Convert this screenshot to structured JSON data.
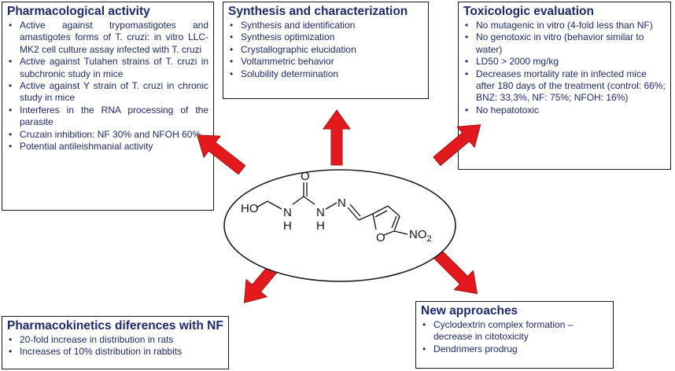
{
  "pharmacological": {
    "title": "Pharmacological activity",
    "items": [
      "Active against trypomastigotes and amastigotes forms of T. cruzi: in vitro LLC-MK2 cell culture assay infected with T. cruzi",
      "Active against Tulahen strains of T. cruzi in subchronic study in mice",
      "Active against Y strain of T. cruzi in chronic study in mice",
      "Interferes in the RNA processing of the parasite",
      "Cruzain inhibition: NF 30% and NFOH 60%",
      "Potential antileishmanial activity"
    ]
  },
  "synthesis": {
    "title": "Synthesis and characterization",
    "items": [
      "Synthesis and identification",
      "Synthesis optimization",
      "Crystallographic elucidation",
      "Voltammetric behavior",
      "Solubility determination"
    ]
  },
  "toxicologic": {
    "title": "Toxicologic evaluation",
    "items": [
      "No mutagenic in vitro (4-fold less than NF)",
      "No genotoxic in vitro (behavior similar to water)",
      "LD50 > 2000 mg/kg",
      "Decreases mortality rate in infected mice after 180 days of the treatment (control: 66%; BNZ: 33,3%, NF: 75%; NFOH: 16%)",
      "No hepatotoxic"
    ]
  },
  "pharmacokinetics": {
    "title": "Pharmacokinetics diferences with NF",
    "items": [
      "20-fold increase in distribution in rats",
      "Increases of 10% distribution in rabbits"
    ]
  },
  "new_approaches": {
    "title": "New approaches",
    "items": [
      "Cyclodextrin complex formation – decrease in citotoxicity",
      "Dendrimers prodrug"
    ]
  },
  "molecule": {
    "ho": "HO",
    "nh1": "H",
    "n1": "N",
    "o_carbonyl": "O",
    "n2": "N",
    "nh2": "H",
    "n3": "N",
    "o_ring": "O",
    "no2": "NO",
    "no2_sub": "2"
  },
  "colors": {
    "arrow": "#e3191d",
    "arrow_edge": "#9e1212",
    "text": "#1f2a6b"
  }
}
